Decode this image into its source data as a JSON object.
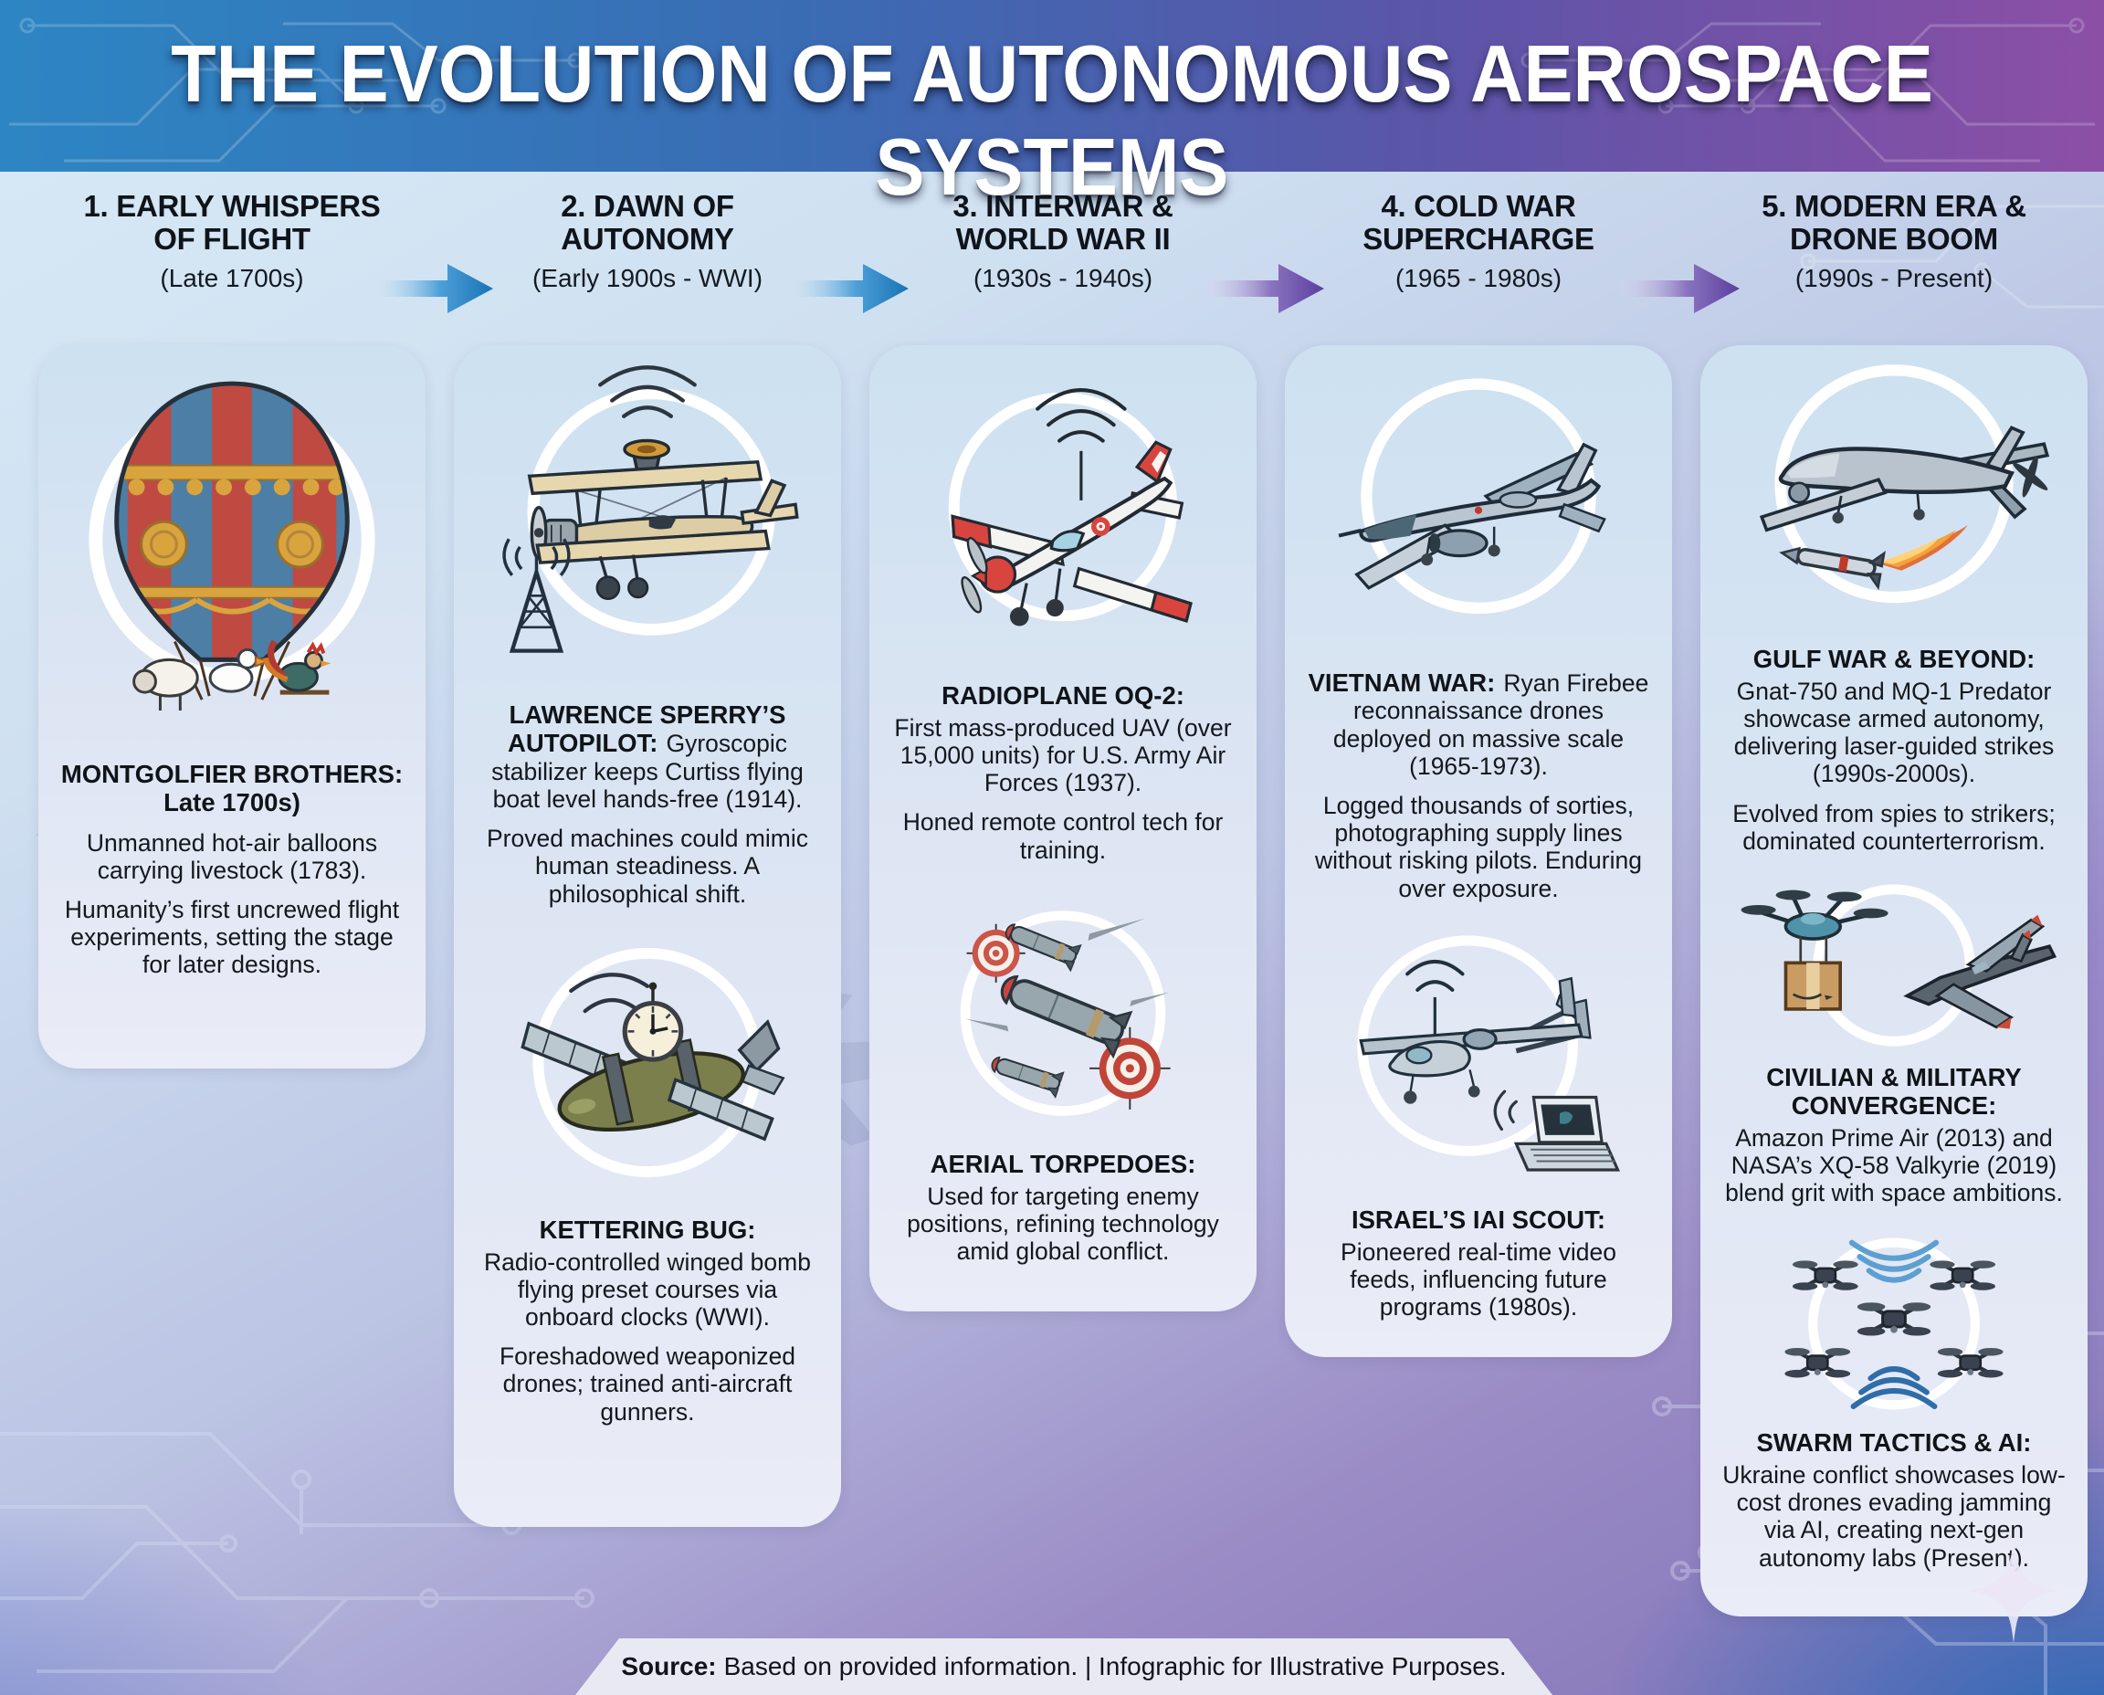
{
  "title": "THE EVOLUTION OF AUTONOMOUS AEROSPACE SYSTEMS",
  "palette": {
    "header_gradient": [
      "#2d86c3",
      "#3a6cb4",
      "#8c4fa6"
    ],
    "arrow_blue": "#1873b4",
    "arrow_purple": "#5b3f9e",
    "card_background": "#dde5f3",
    "ring_white": "#ffffff",
    "title_color": "#ffffff",
    "text_color": "#14181d",
    "accent_red": "#d8453e"
  },
  "columns": [
    {
      "number_title": "1. EARLY WHISPERS OF FLIGHT",
      "date": "(Late 1700s)",
      "sections": [
        {
          "icon": "hot-air-balloon",
          "lead": "MONTGOLFIER BROTHERS:",
          "lead2": "Late 1700s)",
          "paragraphs": [
            "Unmanned hot-air balloons carrying livestock (1783).",
            "Humanity’s first uncrewed flight experiments, setting the stage for later designs."
          ]
        }
      ]
    },
    {
      "number_title": "2. DAWN OF AUTONOMY",
      "date": "(Early 1900s - WWI)",
      "sections": [
        {
          "icon": "biplane-gyroscope",
          "lead": "LAWRENCE SPERRY’S AUTOPILOT:",
          "inline": "Gyroscopic stabilizer keeps Curtiss flying boat level hands-free (1914).",
          "paragraphs": [
            "Proved machines could mimic human steadiness. A philosophical shift."
          ]
        },
        {
          "icon": "kettering-bug",
          "lead": "KETTERING BUG:",
          "paragraphs": [
            "Radio-controlled winged bomb flying preset courses via onboard clocks (WWI).",
            "Foreshadowed weaponized drones; trained anti-aircraft gunners."
          ]
        }
      ]
    },
    {
      "number_title": "3. INTERWAR & WORLD WAR II",
      "date": "(1930s - 1940s)",
      "sections": [
        {
          "icon": "radioplane",
          "lead": "RADIOPLANE OQ-2:",
          "paragraphs": [
            "First mass-produced UAV (over 15,000 units) for U.S. Army Air Forces (1937).",
            "Honed remote control tech for training."
          ]
        },
        {
          "icon": "aerial-torpedoes",
          "lead": "AERIAL TORPEDOES:",
          "paragraphs": [
            "Used for targeting enemy positions, refining technology amid global conflict."
          ]
        }
      ]
    },
    {
      "number_title": "4. COLD WAR SUPERCHARGE",
      "date": "(1965 - 1980s)",
      "sections": [
        {
          "icon": "firebee-jet",
          "lead": "VIETNAM WAR:",
          "inline": "Ryan Firebee reconnaissance drones deployed on massive scale (1965-1973).",
          "paragraphs": [
            "Logged thousands of sorties, photographing supply lines without risking pilots. Enduring over exposure."
          ]
        },
        {
          "icon": "iai-scout",
          "lead": "ISRAEL’S IAI SCOUT:",
          "paragraphs": [
            "Pioneered real-time video feeds, influencing future programs (1980s)."
          ]
        }
      ]
    },
    {
      "number_title": "5. MODERN ERA & DRONE BOOM",
      "date": "(1990s - Present)",
      "sections": [
        {
          "icon": "predator-drone",
          "lead": "GULF WAR & BEYOND:",
          "paragraphs": [
            "Gnat-750 and MQ-1 Predator showcase armed autonomy, delivering laser-guided strikes (1990s-2000s).",
            "Evolved from spies to strikers; dominated counterterrorism."
          ]
        },
        {
          "icon": "delivery-drone-stealth-jet",
          "lead": "CIVILIAN & MILITARY CONVERGENCE:",
          "paragraphs": [
            "Amazon Prime Air (2013) and NASA’s XQ-58 Valkyrie (2019) blend grit with space ambitions."
          ]
        },
        {
          "icon": "drone-swarm",
          "lead": "SWARM TACTICS & AI:",
          "paragraphs": [
            "Ukraine conflict showcases low-cost drones evading jamming via AI, creating next-gen autonomy labs (Present)."
          ]
        }
      ]
    }
  ],
  "footer": {
    "source_label": "Source:",
    "source_text": "Based on provided information. | Infographic for Illustrative Purposes."
  }
}
